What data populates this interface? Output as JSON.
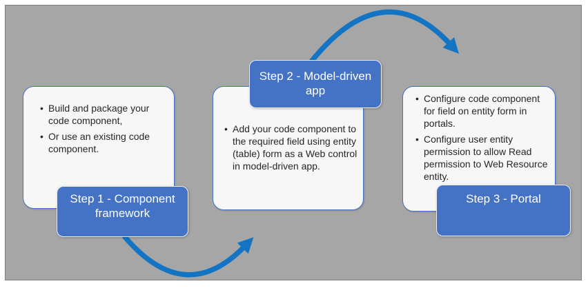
{
  "steps": [
    {
      "label": "Step 1 - Component framework",
      "bullets": [
        "Build and package your code component,",
        "Or use an existing code component."
      ]
    },
    {
      "label": "Step 2 - Model-driven app",
      "bullets": [
        "Add your code component to the required field using entity (table) form as a Web control in model-driven app."
      ]
    },
    {
      "label": "Step 3 - Portal",
      "bullets": [
        "Configure code component for field on entity form in portals.",
        "Configure user entity permission to allow Read permission to Web Resource entity."
      ]
    }
  ],
  "colors": {
    "canvas_bg": "#A6A6A6",
    "canvas_border": "#7F7F7F",
    "step_box_fill": "#4472C4",
    "card_fill": "#F7F7F7",
    "card_border": "#4472C4",
    "arrow": "#1474C4",
    "step_text": "#FFFFFF",
    "body_text": "#262626"
  }
}
